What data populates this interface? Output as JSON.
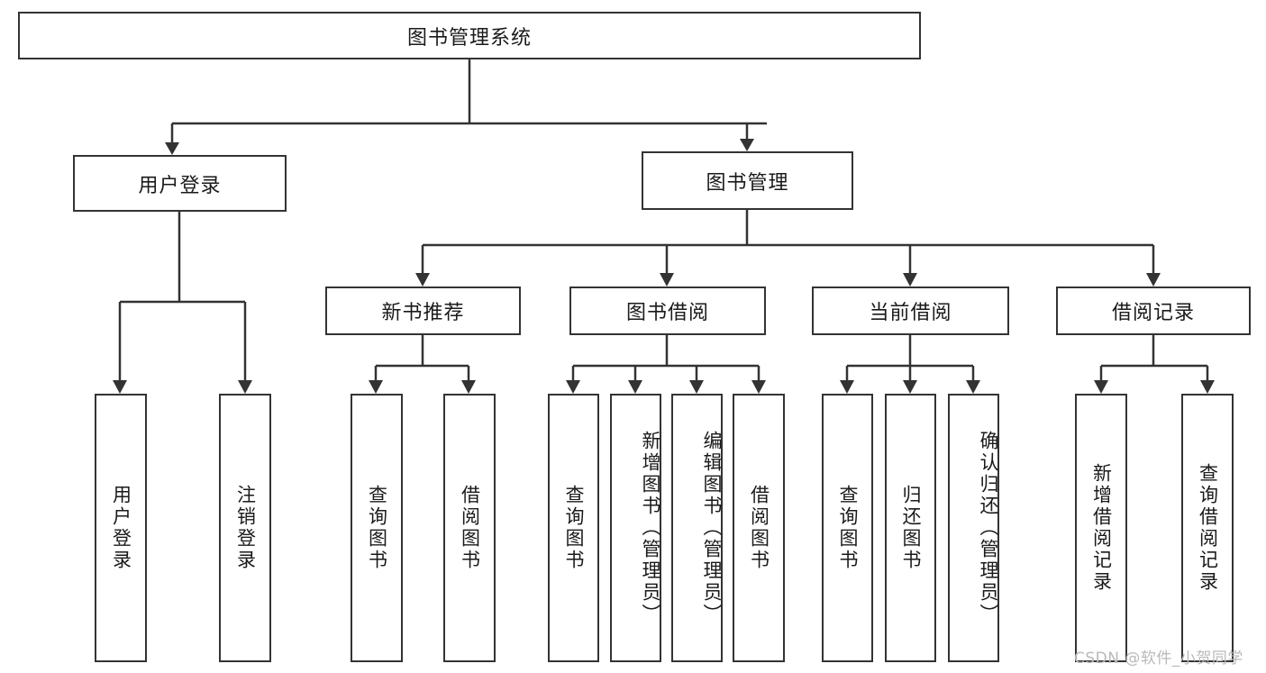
{
  "diagram": {
    "type": "tree-hierarchy",
    "title": "图书管理系统",
    "orientation": "top-down",
    "colors": {
      "box_border": "#333333",
      "box_fill": "#ffffff",
      "connector": "#333333",
      "text": "#1a1a1a",
      "watermark": "#b9b9b9",
      "background": "#ffffff"
    },
    "root": {
      "label": "图书管理系统"
    },
    "level2": [
      {
        "label": "用户登录"
      },
      {
        "label": "图书管理"
      }
    ],
    "level3": [
      {
        "label": "新书推荐"
      },
      {
        "label": "图书借阅"
      },
      {
        "label": "当前借阅"
      },
      {
        "label": "借阅记录"
      }
    ],
    "leaves_user_login": [
      {
        "label": "用户登录"
      },
      {
        "label": "注销登录"
      }
    ],
    "leaves_new_book": [
      {
        "label": "查询图书"
      },
      {
        "label": "借阅图书"
      }
    ],
    "leaves_borrow": [
      {
        "label": "查询图书"
      },
      {
        "label": "新增图书（管理员）"
      },
      {
        "label": "编辑图书（管理员）"
      },
      {
        "label": "借阅图书"
      }
    ],
    "leaves_current": [
      {
        "label": "查询图书"
      },
      {
        "label": "归还图书"
      },
      {
        "label": "确认归还（管理员）"
      }
    ],
    "leaves_record": [
      {
        "label": "新增借阅记录"
      },
      {
        "label": "查询借阅记录"
      }
    ]
  },
  "watermark": {
    "text": "CSDN @软件_小贺同学"
  }
}
